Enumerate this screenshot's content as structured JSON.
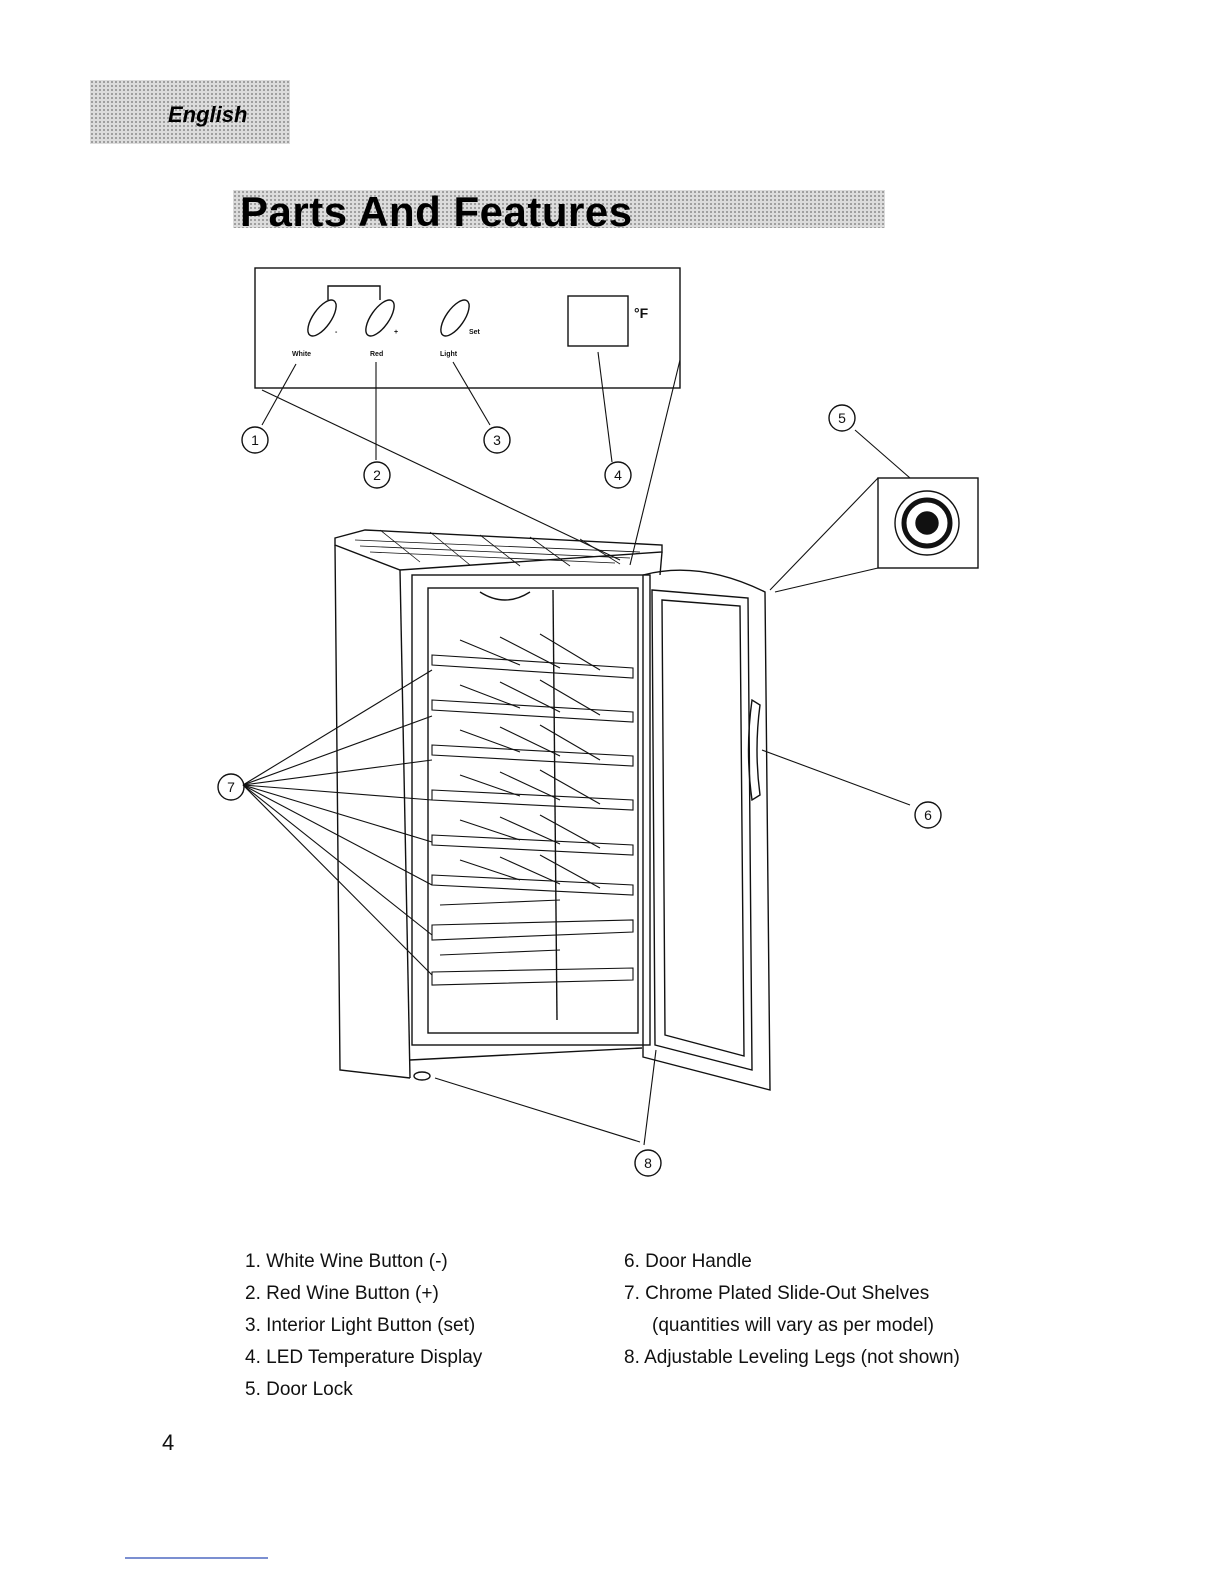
{
  "header": {
    "language_tab": "English",
    "title": "Parts And Features"
  },
  "panel": {
    "buttons": [
      {
        "sign": "-",
        "label": "White"
      },
      {
        "sign": "+",
        "label": "Red"
      },
      {
        "sign": "Set",
        "label": "Light"
      }
    ],
    "display_unit": "°F"
  },
  "callouts": [
    "1",
    "2",
    "3",
    "4",
    "5",
    "6",
    "7",
    "8"
  ],
  "parts_left": [
    "1. White Wine Button (-)",
    "2. Red Wine Button (+)",
    "3. Interior Light Button (set)",
    "4. LED Temperature Display",
    "5. Door Lock"
  ],
  "parts_right": [
    "6. Door Handle",
    "7. Chrome Plated Slide-Out Shelves",
    "(quantities will vary as per model)",
    "8. Adjustable Leveling Legs (not shown)"
  ],
  "page_number": "4"
}
